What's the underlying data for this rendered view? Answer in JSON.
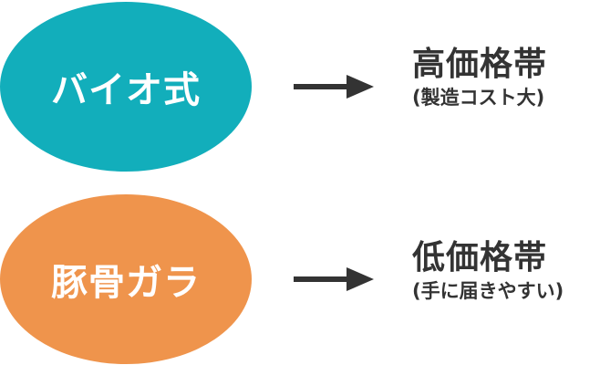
{
  "colors": {
    "teal": "#12aebb",
    "orange": "#ef944c",
    "text_dark": "#333333",
    "text_light": "#ffffff"
  },
  "rows": [
    {
      "label": "バイオ式",
      "arrow_icon": "arrow-right-icon",
      "result_main": "高価格帯",
      "result_sub": "(製造コスト大)"
    },
    {
      "label": "豚骨ガラ",
      "arrow_icon": "arrow-right-icon",
      "result_main": "低価格帯",
      "result_sub": "(手に届きやすい)"
    }
  ]
}
